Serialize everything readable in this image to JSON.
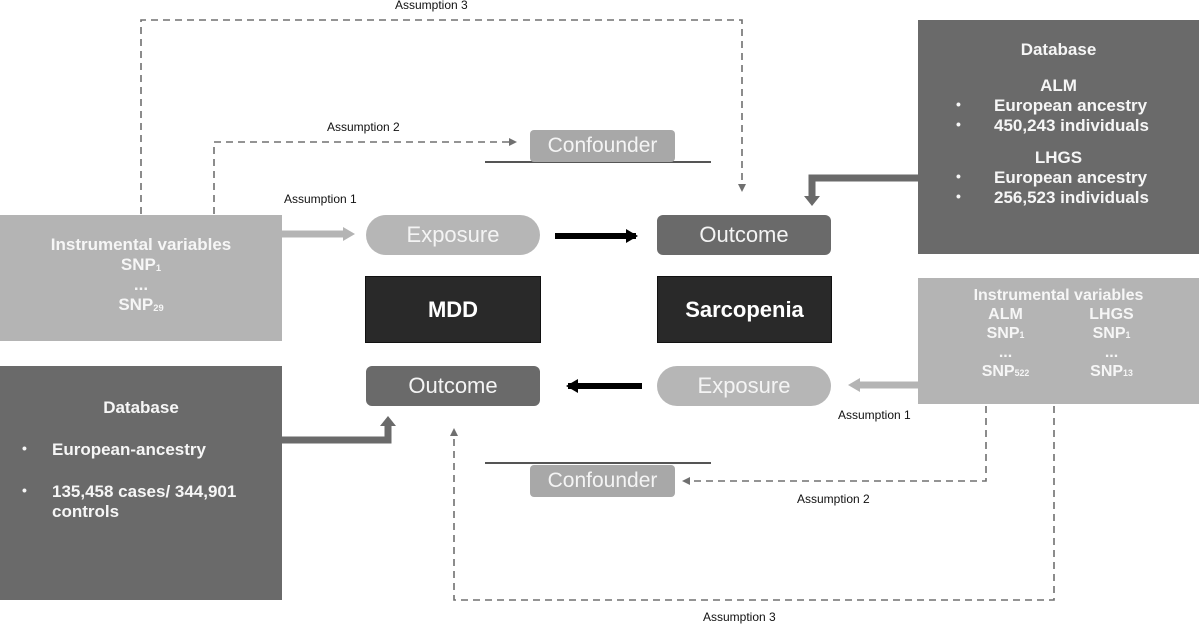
{
  "assumptions": {
    "top_1": "Assumption 1",
    "top_2": "Assumption 2",
    "top_3": "Assumption 3",
    "bottom_1": "Assumption 1",
    "bottom_2": "Assumption 2",
    "bottom_3": "Assumption 3"
  },
  "nodes": {
    "top_confounder": "Confounder",
    "top_exposure": "Exposure",
    "top_outcome": "Outcome",
    "mdd": "MDD",
    "sarcopenia": "Sarcopenia",
    "bottom_outcome": "Outcome",
    "bottom_exposure": "Exposure",
    "bottom_confounder": "Confounder"
  },
  "iv_left": {
    "title": "Instrumental variables",
    "snp_first": "SNP",
    "snp_first_sub": "1",
    "ellipsis": "...",
    "snp_last": "SNP",
    "snp_last_sub": "29"
  },
  "iv_right": {
    "title": "Instrumental variables",
    "col_alm": "ALM",
    "col_lhgs": "LHGS",
    "alm_first": "SNP",
    "alm_first_sub": "1",
    "alm_ellipsis": "...",
    "alm_last": "SNP",
    "alm_last_sub": "522",
    "lhgs_first": "SNP",
    "lhgs_first_sub": "1",
    "lhgs_ellipsis": "...",
    "lhgs_last": "SNP",
    "lhgs_last_sub": "13"
  },
  "db_right": {
    "title": "Database",
    "alm_title": "ALM",
    "alm_items": [
      "European ancestry",
      "450,243 individuals"
    ],
    "lhgs_title": "LHGS",
    "lhgs_items": [
      "European ancestry",
      "256,523 individuals"
    ]
  },
  "db_left": {
    "title": "Database",
    "items": [
      "European-ancestry",
      "135,458 cases/ 344,901 controls"
    ]
  },
  "colors": {
    "light_gray": "#b4b4b4",
    "mid_gray": "#6a6a6a",
    "dark": "#292929",
    "dashed": "#707070"
  }
}
